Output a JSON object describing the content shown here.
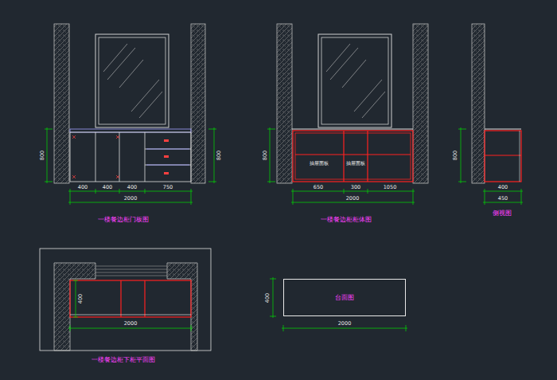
{
  "diagram": {
    "nodes": [
      {
        "text": [
          "台面图"
        ]
      }
    ],
    "labels": [
      "800",
      "400",
      "400",
      "400",
      "750",
      "2000",
      "800",
      "一楼餐边柜门板图",
      "抽屉面板",
      "抽屉面板",
      "800",
      "650",
      "300",
      "1050",
      "2000",
      "一楼餐边柜柜体图",
      "800",
      "400",
      "450",
      "侧视图",
      "400",
      "2000",
      "一楼餐边柜下柜平面图",
      "400",
      "2000"
    ]
  }
}
